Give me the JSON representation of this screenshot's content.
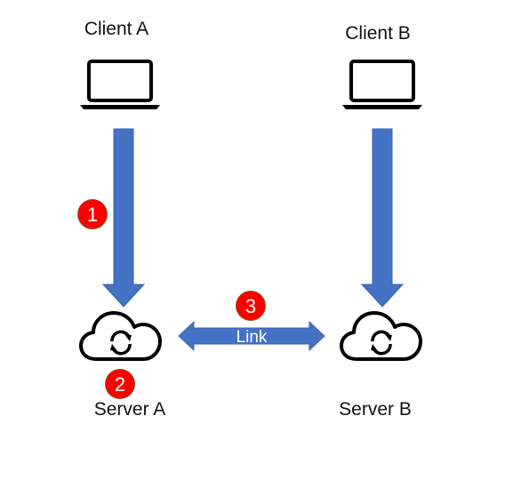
{
  "nodes": {
    "client_a": {
      "label": "Client A",
      "icon": "laptop-icon"
    },
    "client_b": {
      "label": "Client B",
      "icon": "laptop-icon"
    },
    "server_a": {
      "label": "Server A",
      "icon": "cloud-sync-icon"
    },
    "server_b": {
      "label": "Server B",
      "icon": "cloud-sync-icon"
    }
  },
  "connections": {
    "client_a_to_server_a": {
      "step": "1"
    },
    "server_a_self": {
      "step": "2"
    },
    "server_a_server_b": {
      "step": "3",
      "label": "Link"
    }
  },
  "colors": {
    "arrow": "#4472c4",
    "badge": "#ff0000",
    "badge_text": "#ffffff",
    "icon_stroke": "#000000"
  }
}
